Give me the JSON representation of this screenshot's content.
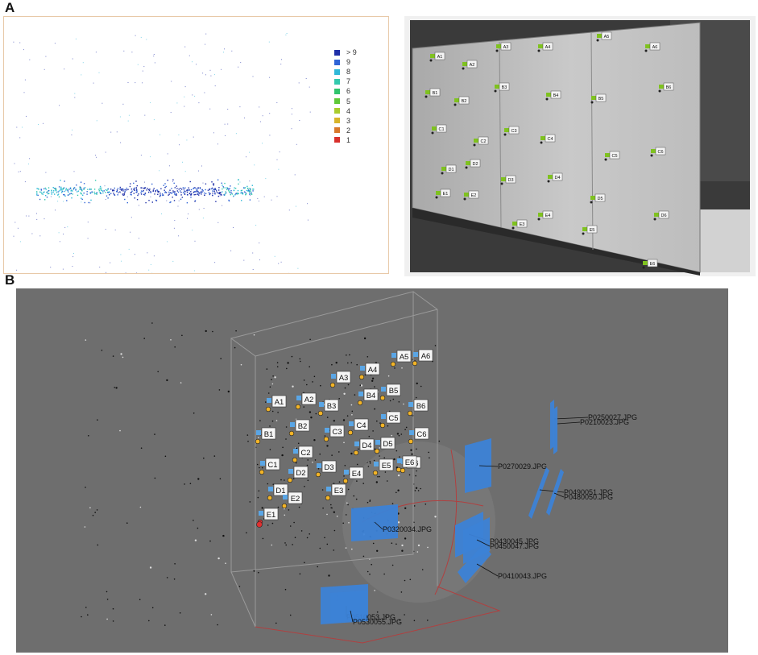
{
  "panel_labels": {
    "a": "A",
    "b": "B"
  },
  "legend": [
    {
      "label": "> 9",
      "color": "#1f2fa8"
    },
    {
      "label": "9",
      "color": "#2f63d6"
    },
    {
      "label": "8",
      "color": "#2fb8d8"
    },
    {
      "label": "7",
      "color": "#33c9ad"
    },
    {
      "label": "6",
      "color": "#2fc46c"
    },
    {
      "label": "5",
      "color": "#5fc838"
    },
    {
      "label": "4",
      "color": "#a9cc2e"
    },
    {
      "label": "3",
      "color": "#d8b52a"
    },
    {
      "label": "2",
      "color": "#d9782b"
    },
    {
      "label": "1",
      "color": "#d8302c"
    }
  ],
  "photo_targets": [
    "A1",
    "A2",
    "A3",
    "A4",
    "A5",
    "A6",
    "B1",
    "B2",
    "B3",
    "B4",
    "B5",
    "B6",
    "C1",
    "C2",
    "C3",
    "C4",
    "C5",
    "C6",
    "D1",
    "D2",
    "D3",
    "D4",
    "D5",
    "D6",
    "E1",
    "E2",
    "E3",
    "E4",
    "E5",
    "E6"
  ],
  "scene_targets": [
    "A1",
    "A2",
    "A3",
    "A4",
    "A5",
    "A6",
    "B1",
    "B2",
    "B3",
    "B4",
    "B5",
    "B6",
    "C1",
    "C2",
    "C3",
    "C4",
    "C5",
    "C6",
    "D1",
    "D2",
    "D3",
    "D4",
    "D5",
    "D6",
    "E1",
    "E2",
    "E3",
    "E4",
    "E5",
    "E6"
  ],
  "camera_labels": [
    "P0250027.JPG",
    "P0210023.JPG",
    "P0270029.JPG",
    "P0490051.JPG",
    "P0480050.JPG",
    "P0320034.JPG",
    "P0430045.JPG",
    "P0450047.JPG",
    "P0410043.JPG",
    "P0510053.JPG",
    "P0530055.JPG"
  ],
  "colors": {
    "target_marker": "#f2b428",
    "start_marker": "#e03030",
    "camera_plane": "#3c82d6",
    "scene_bg": "#6e6e6e"
  }
}
